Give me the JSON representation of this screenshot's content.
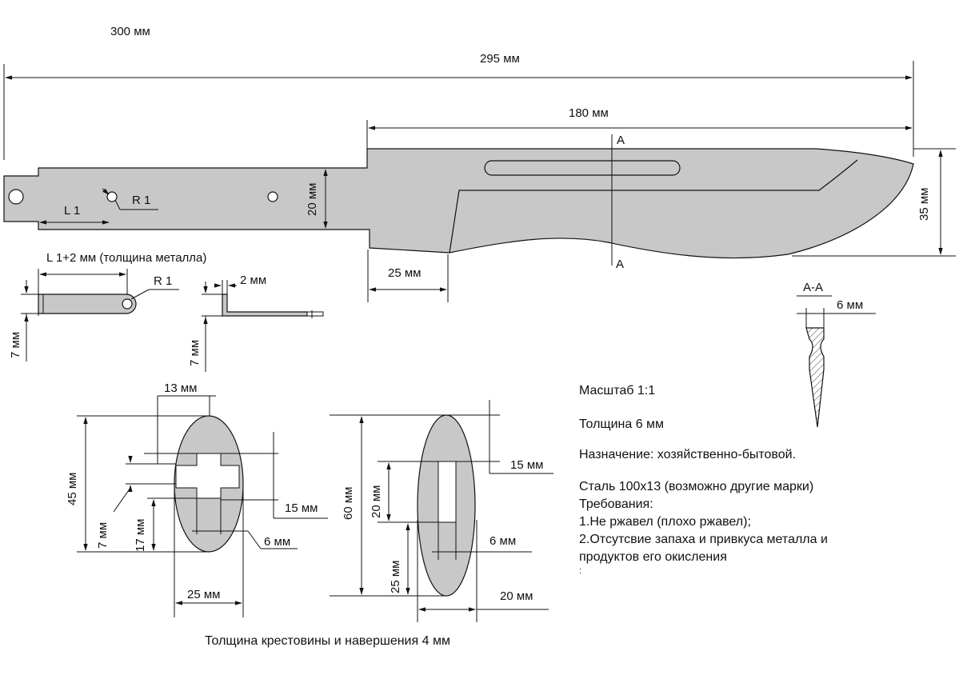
{
  "dimensions": {
    "overall_length": "300 мм",
    "knife_length": "295 мм",
    "blade_length": "180 мм",
    "blade_height": "35 мм",
    "handle_height": "20 мм",
    "ricasso_length": "25 мм",
    "hole_radius": "R 1",
    "hole_offset": "L 1"
  },
  "section": {
    "marker_top": "A",
    "marker_bottom": "A",
    "title": "А-А",
    "thickness": "6 мм"
  },
  "tang_detail": {
    "title": "L 1+2 мм (толщина металла)",
    "radius": "R 1",
    "height_left": "7 мм",
    "height_right": "7 мм",
    "thickness": "2 мм"
  },
  "guard": {
    "width_top": "13 мм",
    "height": "45 мм",
    "slot_offset": "7 мм",
    "lower_height": "17 мм",
    "slot_width": "15 мм",
    "slot_thickness": "6 мм",
    "width": "25 мм"
  },
  "pommel": {
    "height": "60 мм",
    "slot_offset": "15 мм",
    "slot_length": "20 мм",
    "lower_height": "25 мм",
    "slot_width": "6 мм",
    "width": "20 мм"
  },
  "notes": {
    "scale": "Масштаб 1:1",
    "thickness": "Толщина 6 мм",
    "purpose": "Назначение: хозяйственно-бытовой.",
    "steel": "Сталь 100х13 (возможно другие марки)",
    "requirements_title": "Требования:",
    "req1": "1.Не ржавел (плохо ржавел);",
    "req2": "2.Отсутсвие запаха и привкуса металла и",
    "req2_cont": "продуктов его окисления",
    "trailing_mark": ":"
  },
  "caption": "Толщина крестовины и навершения 4 мм",
  "colors": {
    "metal_fill": "#c8c8c8",
    "line": "#111111",
    "hatch": "#333333"
  }
}
